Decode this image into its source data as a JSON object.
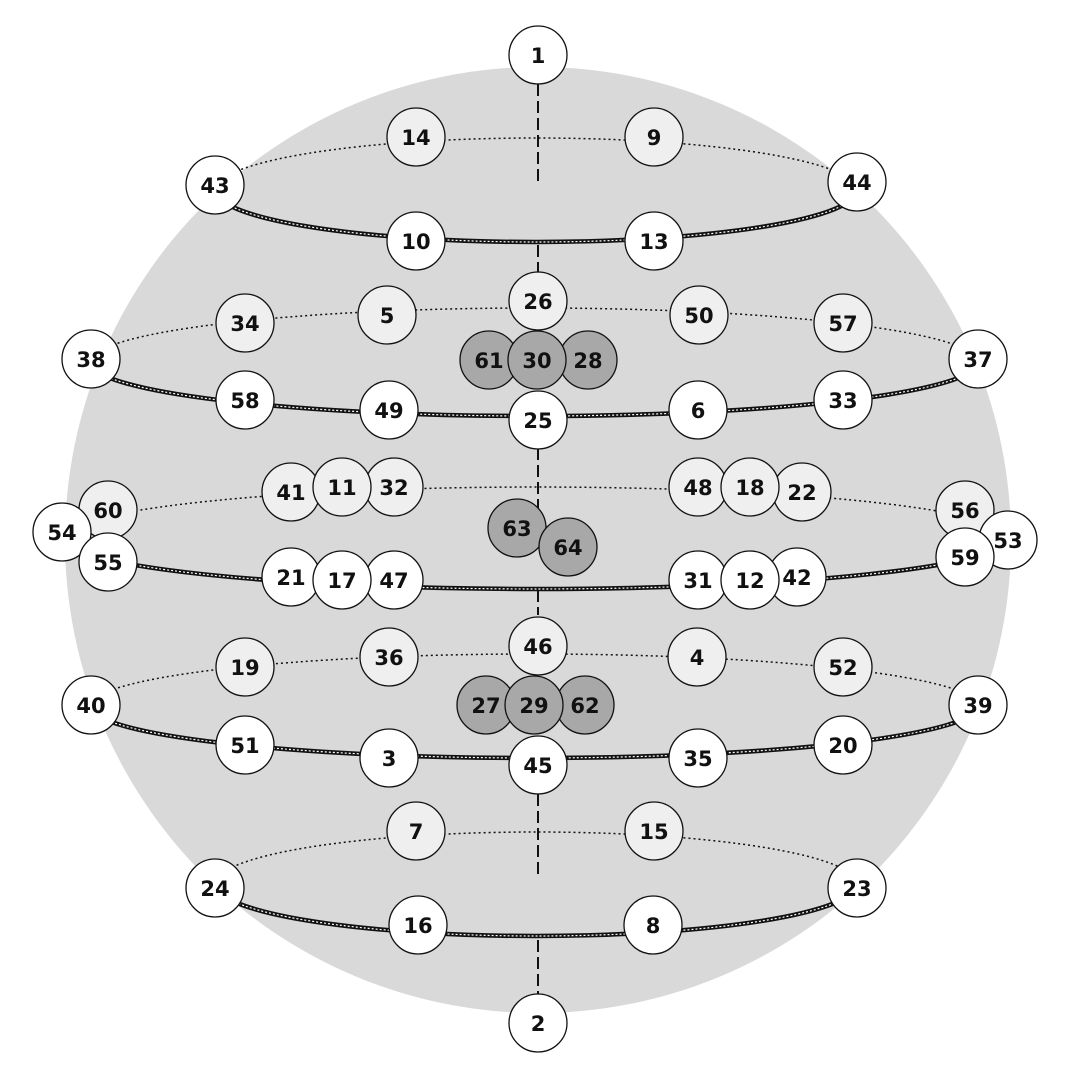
{
  "colors": {
    "sphere": "#d9d9d9",
    "node_front": "#ffffff",
    "node_back": "#efefef",
    "node_core": "#a8a8a8",
    "stroke": "#111111"
  },
  "nodes": [
    {
      "id": "1",
      "depth": "front"
    },
    {
      "id": "2",
      "depth": "front"
    },
    {
      "id": "3",
      "depth": "front"
    },
    {
      "id": "4",
      "depth": "back"
    },
    {
      "id": "5",
      "depth": "back"
    },
    {
      "id": "6",
      "depth": "front"
    },
    {
      "id": "7",
      "depth": "back"
    },
    {
      "id": "8",
      "depth": "front"
    },
    {
      "id": "9",
      "depth": "back"
    },
    {
      "id": "10",
      "depth": "front"
    },
    {
      "id": "11",
      "depth": "back"
    },
    {
      "id": "12",
      "depth": "front"
    },
    {
      "id": "13",
      "depth": "front"
    },
    {
      "id": "14",
      "depth": "back"
    },
    {
      "id": "15",
      "depth": "back"
    },
    {
      "id": "16",
      "depth": "front"
    },
    {
      "id": "17",
      "depth": "front"
    },
    {
      "id": "18",
      "depth": "back"
    },
    {
      "id": "19",
      "depth": "back"
    },
    {
      "id": "20",
      "depth": "front"
    },
    {
      "id": "21",
      "depth": "front"
    },
    {
      "id": "22",
      "depth": "back"
    },
    {
      "id": "23",
      "depth": "front"
    },
    {
      "id": "24",
      "depth": "front"
    },
    {
      "id": "25",
      "depth": "front"
    },
    {
      "id": "26",
      "depth": "back"
    },
    {
      "id": "27",
      "depth": "core"
    },
    {
      "id": "28",
      "depth": "core"
    },
    {
      "id": "29",
      "depth": "core"
    },
    {
      "id": "30",
      "depth": "core"
    },
    {
      "id": "31",
      "depth": "front"
    },
    {
      "id": "32",
      "depth": "back"
    },
    {
      "id": "33",
      "depth": "front"
    },
    {
      "id": "34",
      "depth": "back"
    },
    {
      "id": "35",
      "depth": "front"
    },
    {
      "id": "36",
      "depth": "back"
    },
    {
      "id": "37",
      "depth": "front"
    },
    {
      "id": "38",
      "depth": "front"
    },
    {
      "id": "39",
      "depth": "front"
    },
    {
      "id": "40",
      "depth": "front"
    },
    {
      "id": "41",
      "depth": "back"
    },
    {
      "id": "42",
      "depth": "front"
    },
    {
      "id": "43",
      "depth": "front"
    },
    {
      "id": "44",
      "depth": "front"
    },
    {
      "id": "45",
      "depth": "front"
    },
    {
      "id": "46",
      "depth": "back"
    },
    {
      "id": "47",
      "depth": "front"
    },
    {
      "id": "48",
      "depth": "back"
    },
    {
      "id": "49",
      "depth": "front"
    },
    {
      "id": "50",
      "depth": "back"
    },
    {
      "id": "51",
      "depth": "front"
    },
    {
      "id": "52",
      "depth": "back"
    },
    {
      "id": "53",
      "depth": "front"
    },
    {
      "id": "54",
      "depth": "front"
    },
    {
      "id": "55",
      "depth": "front"
    },
    {
      "id": "56",
      "depth": "back"
    },
    {
      "id": "57",
      "depth": "back"
    },
    {
      "id": "58",
      "depth": "front"
    },
    {
      "id": "59",
      "depth": "front"
    },
    {
      "id": "60",
      "depth": "back"
    },
    {
      "id": "61",
      "depth": "core"
    },
    {
      "id": "62",
      "depth": "core"
    },
    {
      "id": "63",
      "depth": "core"
    },
    {
      "id": "64",
      "depth": "core"
    }
  ]
}
